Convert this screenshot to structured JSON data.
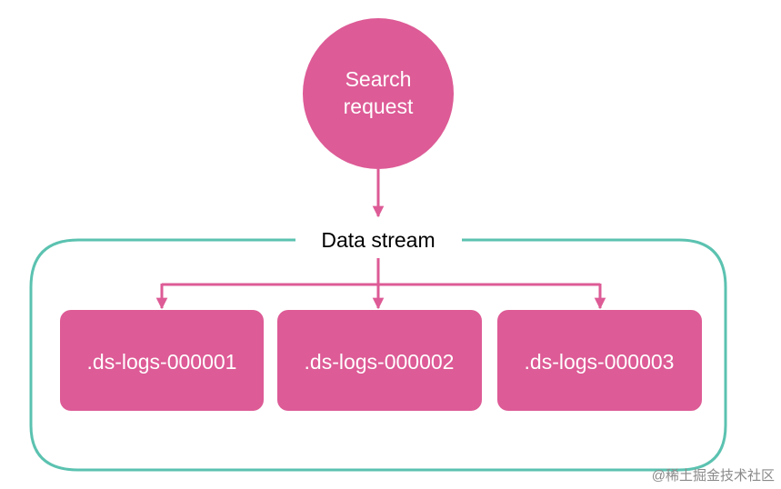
{
  "diagram": {
    "request_node": {
      "label_line1": "Search",
      "label_line2": "request"
    },
    "container": {
      "label": "Data stream"
    },
    "indices": [
      {
        "label": ".ds-logs-000001"
      },
      {
        "label": ".ds-logs-000002"
      },
      {
        "label": ".ds-logs-000003"
      }
    ]
  },
  "watermark": {
    "text": "@稀土掘金技术社区"
  },
  "colors": {
    "node_fill": "#dd5b96",
    "container_stroke": "#5bc2b0",
    "node_text": "#ffffff",
    "label_text": "#000000",
    "watermark_text": "#8a8a8a"
  }
}
